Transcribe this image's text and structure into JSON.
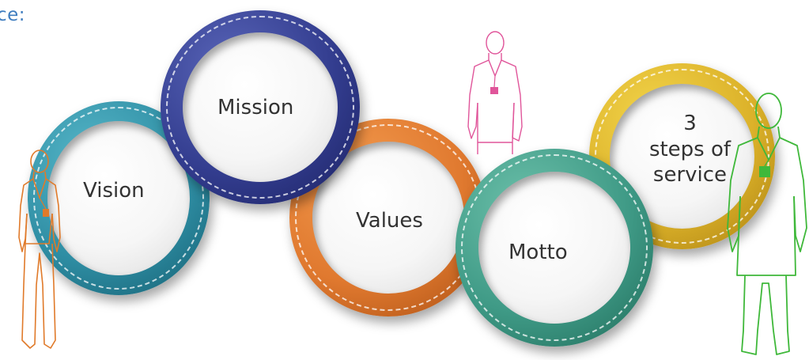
{
  "heading": "ce:",
  "rings": [
    {
      "label": "Vision",
      "color": "#2f8ea4"
    },
    {
      "label": "Mission",
      "color": "#333d8f"
    },
    {
      "label": "Values",
      "color": "#e0792f"
    },
    {
      "label": "Motto",
      "color": "#3f9a86"
    },
    {
      "label_line1": "3",
      "label_line2": "steps of",
      "label_line3": "service",
      "color": "#dcb22a"
    }
  ],
  "figures": [
    {
      "color": "#e07a2a"
    },
    {
      "color": "#e0559a"
    },
    {
      "color": "#3fb83a"
    }
  ]
}
